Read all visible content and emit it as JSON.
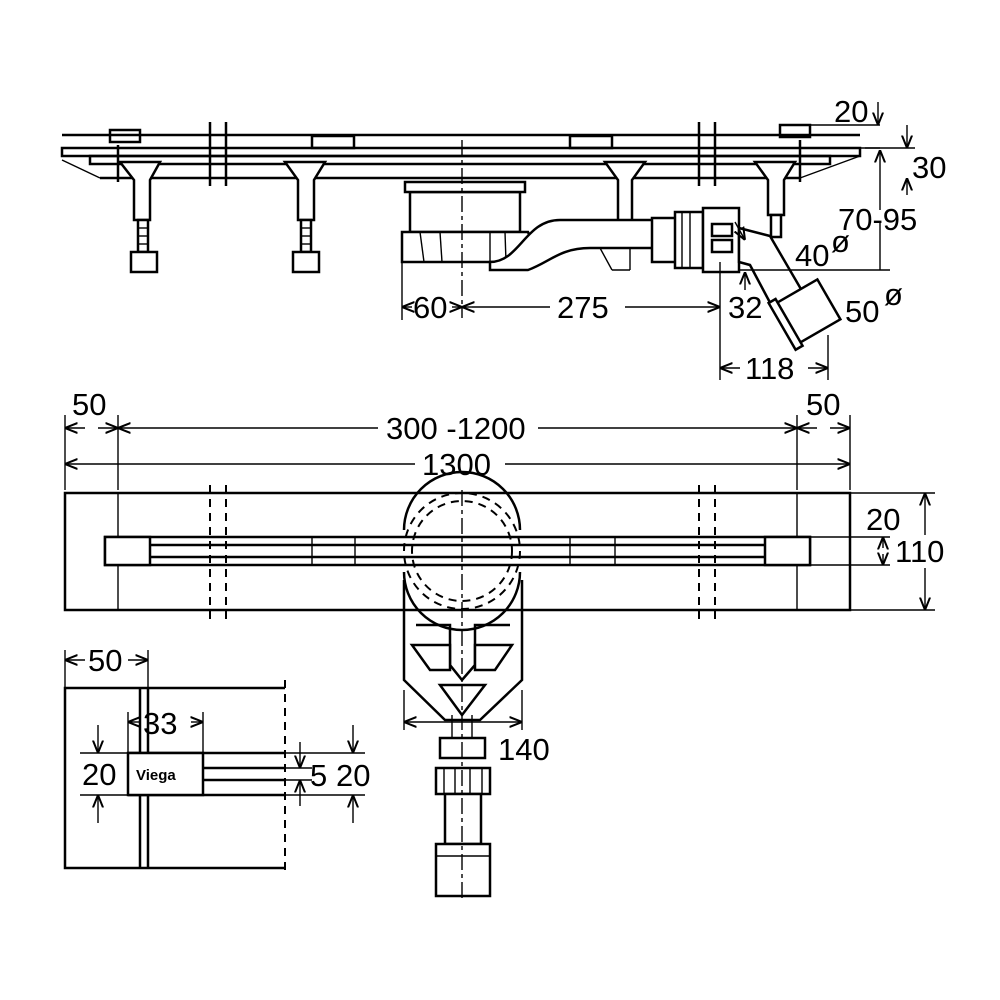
{
  "side_view": {
    "dims": {
      "top_gap": "20",
      "height_30": "30",
      "height_range": "70-95",
      "pipe_40": "40",
      "pipe_32": "32",
      "pipe_50": "50",
      "offset_60": "60",
      "offset_275": "275",
      "offset_118": "118"
    },
    "diameter_symbol": "ø"
  },
  "top_view": {
    "dims": {
      "left_margin": "50",
      "range": "300 -1200",
      "right_margin": "50",
      "total": "1300",
      "slot_width": "20",
      "body_width": "110",
      "outlet_width": "140"
    }
  },
  "detail_view": {
    "dims": {
      "edge": "50",
      "logo_width": "33",
      "logo_height": "20",
      "slot_5": "5",
      "slot_20": "20"
    },
    "logo_text": "Viega"
  }
}
